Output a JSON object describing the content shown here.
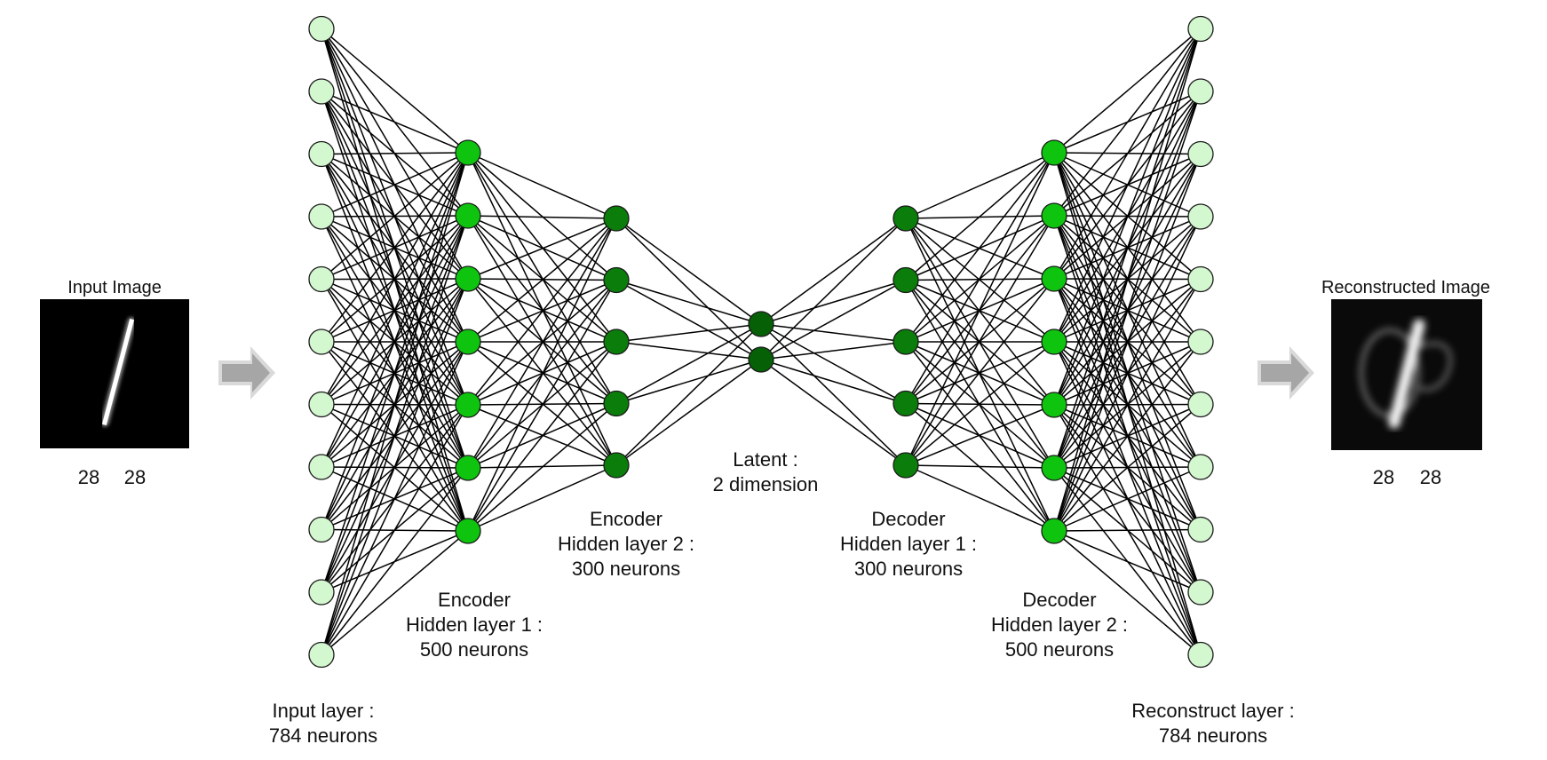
{
  "input_image": {
    "title": "Input Image",
    "dims": [
      "28",
      "28"
    ]
  },
  "reconstructed_image": {
    "title": "Reconstructed Image",
    "dims": [
      "28",
      "28"
    ]
  },
  "layers": [
    {
      "id": "input",
      "label": [
        "Input layer :",
        "784 neurons"
      ],
      "nodes": 11,
      "color": "#d3f7cf"
    },
    {
      "id": "enc1",
      "label": [
        "Encoder",
        "Hidden layer 1 :",
        "500 neurons"
      ],
      "nodes": 7,
      "color": "#0ec40e"
    },
    {
      "id": "enc2",
      "label": [
        "Encoder",
        "Hidden layer 2 :",
        "300 neurons"
      ],
      "nodes": 5,
      "color": "#0a7d0a"
    },
    {
      "id": "latent",
      "label": [
        "Latent :",
        "2 dimension"
      ],
      "nodes": 2,
      "color": "#066006"
    },
    {
      "id": "dec1",
      "label": [
        "Decoder",
        "Hidden layer 1 :",
        "300 neurons"
      ],
      "nodes": 5,
      "color": "#0a7d0a"
    },
    {
      "id": "dec2",
      "label": [
        "Decoder",
        "Hidden layer 2 :",
        "500 neurons"
      ],
      "nodes": 7,
      "color": "#0ec40e"
    },
    {
      "id": "output",
      "label": [
        "Reconstruct layer :",
        "784 neurons"
      ],
      "nodes": 11,
      "color": "#d3f7cf"
    }
  ],
  "colors": {
    "edge": "#000000",
    "node_stroke": "#1a1a1a",
    "arrow_fill": "#a6a6a6",
    "arrow_stroke": "#d9d9d9",
    "image_bg": "#000000"
  }
}
